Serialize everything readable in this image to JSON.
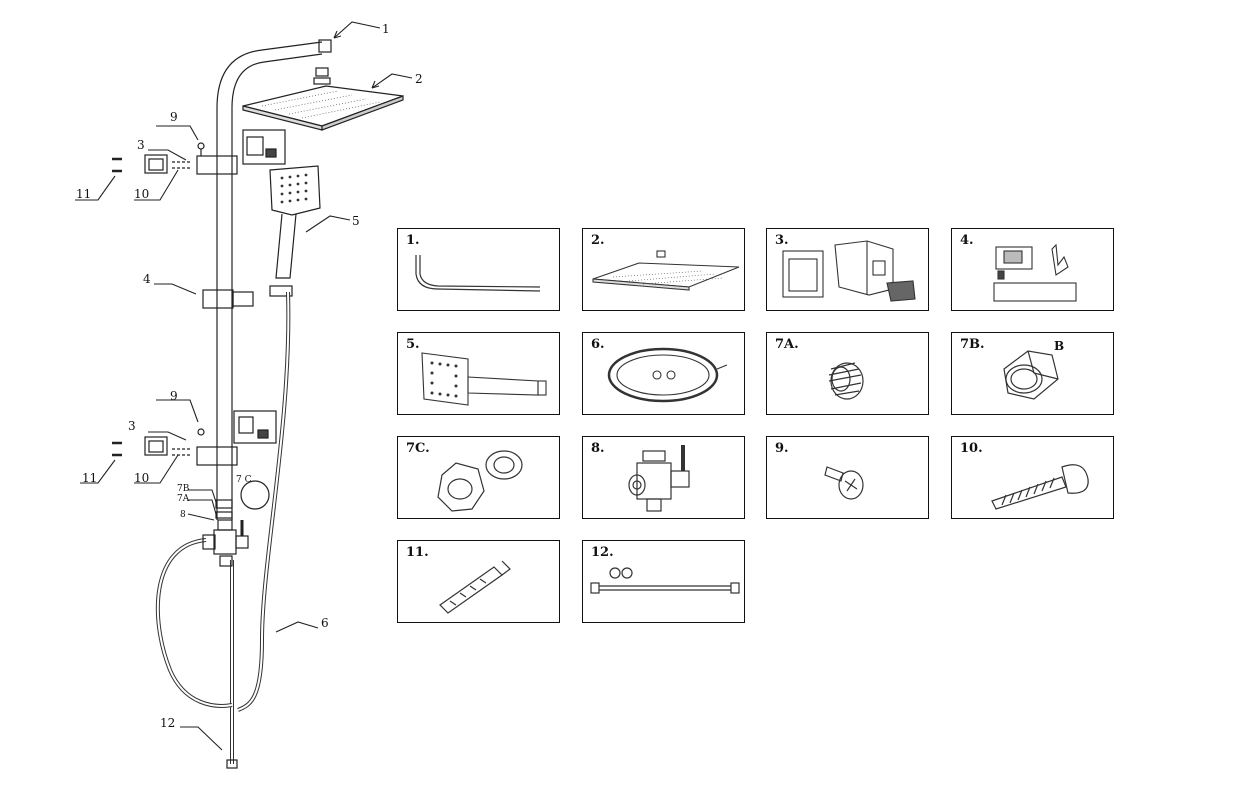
{
  "callouts": {
    "c1": "1",
    "c2": "2",
    "c3a": "3",
    "c3b": "3",
    "c4": "4",
    "c5": "5",
    "c6": "6",
    "c7b": "7B",
    "c7a": "7A",
    "c7c": "7 C",
    "c8": "8",
    "c9a": "9",
    "c9b": "9",
    "c10a": "10",
    "c10b": "10",
    "c11a": "11",
    "c11b": "11",
    "c12": "12"
  },
  "parts": [
    {
      "label": "1.",
      "icon": "pipe-arm-icon"
    },
    {
      "label": "2.",
      "icon": "rain-shower-head-icon"
    },
    {
      "label": "3.",
      "icon": "wall-bracket-icon"
    },
    {
      "label": "4.",
      "icon": "slide-holder-icon"
    },
    {
      "label": "5.",
      "icon": "hand-shower-icon"
    },
    {
      "label": "6.",
      "icon": "shower-hose-icon"
    },
    {
      "label": "7A.",
      "icon": "threaded-adapter-icon"
    },
    {
      "label": "7B.",
      "icon": "nut-icon",
      "sub": "B"
    },
    {
      "label": "7C.",
      "icon": "reducer-icon"
    },
    {
      "label": "8.",
      "icon": "diverter-valve-icon"
    },
    {
      "label": "9.",
      "icon": "small-screw-icon"
    },
    {
      "label": "10.",
      "icon": "wood-screw-icon"
    },
    {
      "label": "11.",
      "icon": "wall-plug-icon"
    },
    {
      "label": "12.",
      "icon": "connection-hose-icon"
    }
  ]
}
